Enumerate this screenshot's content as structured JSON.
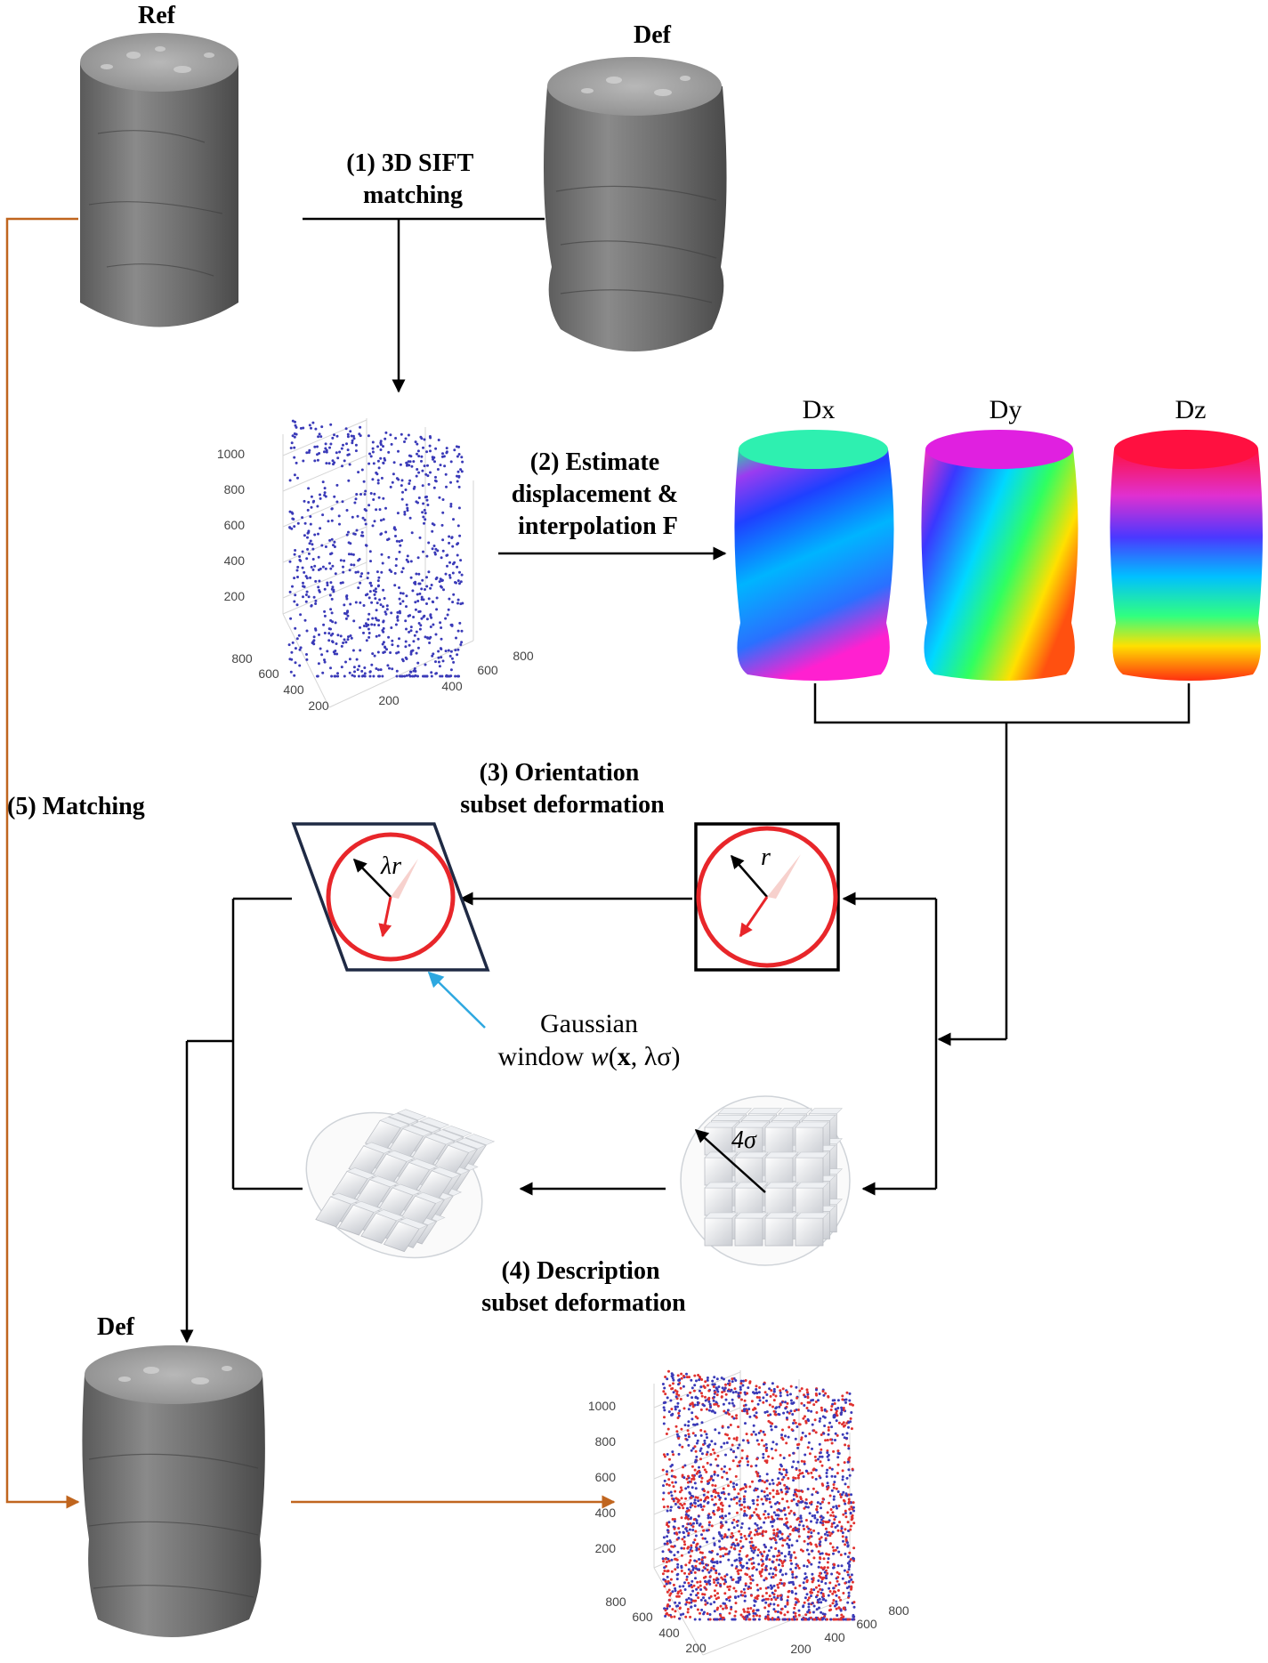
{
  "labels": {
    "ref": "Ref",
    "def_top": "Def",
    "def_bottom": "Def",
    "dx": "Dx",
    "dy": "Dy",
    "dz": "Dz",
    "r": "r",
    "lambda_r": "λr",
    "four_sigma": "4σ"
  },
  "steps": {
    "step1": [
      "(1) 3D SIFT",
      "matching"
    ],
    "step2": [
      "(2) Estimate",
      "displacement &",
      "interpolation F"
    ],
    "step3": [
      "(3) Orientation",
      "subset deformation"
    ],
    "step4": [
      "(4) Description",
      "subset deformation"
    ],
    "step5": [
      "(5) Matching"
    ]
  },
  "gaussian": {
    "line1": "Gaussian",
    "line2_prefix": "window ",
    "line2_w": "w",
    "line2_open": "(",
    "line2_x": "x",
    "line2_rest": ", λσ)"
  },
  "colors": {
    "black_arrow": "#000000",
    "orange_arrow": "#c0651e",
    "red_circle": "#e8262a",
    "navy_frame": "#1f2a44",
    "cyan_arrow": "#2ea8e0",
    "blue_points": "#3a3ab8",
    "red_points": "#e0312f"
  },
  "chart_data": [
    {
      "type": "scatter",
      "name": "sift-keypoints",
      "z_ticks": [
        "1000",
        "800",
        "600",
        "400",
        "200"
      ],
      "x_ticks": [
        "800",
        "600",
        "400",
        "200"
      ],
      "y_ticks": [
        "200",
        "400",
        "600",
        "800"
      ],
      "point_count": 900,
      "series": [
        {
          "color": "#3a3ab8"
        }
      ]
    },
    {
      "type": "scatter",
      "name": "matched-keypoints",
      "z_ticks": [
        "1000",
        "800",
        "600",
        "400",
        "200"
      ],
      "x_ticks": [
        "800",
        "600",
        "400",
        "200"
      ],
      "y_ticks": [
        "200",
        "400",
        "600",
        "800"
      ],
      "point_count": 2400,
      "series": [
        {
          "color": "#e0312f"
        },
        {
          "color": "#3a3ab8"
        }
      ]
    }
  ]
}
